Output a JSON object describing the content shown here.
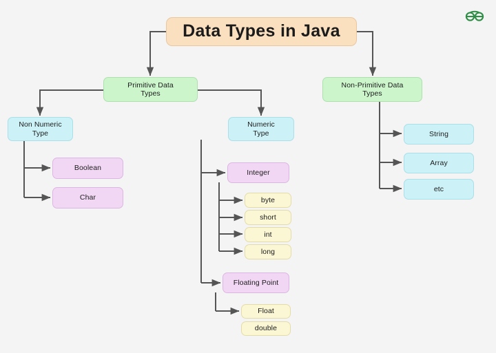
{
  "page": {
    "background_color": "#f4f4f4",
    "logo": {
      "name": "geeksforgeeks-logo",
      "color": "#2f8d46"
    }
  },
  "diagram": {
    "type": "tree",
    "title": {
      "label": "Data Types in Java",
      "fill": "#fbe0c0",
      "border": "#e8c79f"
    },
    "connector_color": "#555555",
    "palette": {
      "green": "#ccf5cc",
      "cyan": "#ccf2f7",
      "pink": "#f2d7f5",
      "cream": "#fbf7d5"
    },
    "nodes": [
      {
        "id": "primitive",
        "label": "Primitive Data\nTypes",
        "color": "green"
      },
      {
        "id": "nonprimitive",
        "label": "Non-Primitive Data\nTypes",
        "color": "green"
      },
      {
        "id": "nonnumeric",
        "label": "Non Numeric\nType",
        "color": "cyan"
      },
      {
        "id": "numeric",
        "label": "Numeric\nType",
        "color": "cyan"
      },
      {
        "id": "boolean",
        "label": "Boolean",
        "color": "pink"
      },
      {
        "id": "char",
        "label": "Char",
        "color": "pink"
      },
      {
        "id": "integer",
        "label": "Integer",
        "color": "pink"
      },
      {
        "id": "floatingpoint",
        "label": "Floating Point",
        "color": "pink"
      },
      {
        "id": "byte",
        "label": "byte",
        "color": "cream"
      },
      {
        "id": "short",
        "label": "short",
        "color": "cream"
      },
      {
        "id": "int",
        "label": "int",
        "color": "cream"
      },
      {
        "id": "long",
        "label": "long",
        "color": "cream"
      },
      {
        "id": "float",
        "label": "Float",
        "color": "cream"
      },
      {
        "id": "double",
        "label": "double",
        "color": "cream"
      }
    ],
    "edges": [
      {
        "from": "title",
        "to": "primitive"
      },
      {
        "from": "title",
        "to": "nonprimitive"
      },
      {
        "from": "primitive",
        "to": "nonnumeric"
      },
      {
        "from": "primitive",
        "to": "numeric"
      },
      {
        "from": "nonnumeric",
        "to": "boolean"
      },
      {
        "from": "nonnumeric",
        "to": "char"
      },
      {
        "from": "numeric",
        "to": "integer"
      },
      {
        "from": "numeric",
        "to": "floatingpoint"
      },
      {
        "from": "integer",
        "to": "byte"
      },
      {
        "from": "integer",
        "to": "short"
      },
      {
        "from": "integer",
        "to": "int"
      },
      {
        "from": "integer",
        "to": "long"
      },
      {
        "from": "floatingpoint",
        "to": "float"
      }
    ]
  }
}
